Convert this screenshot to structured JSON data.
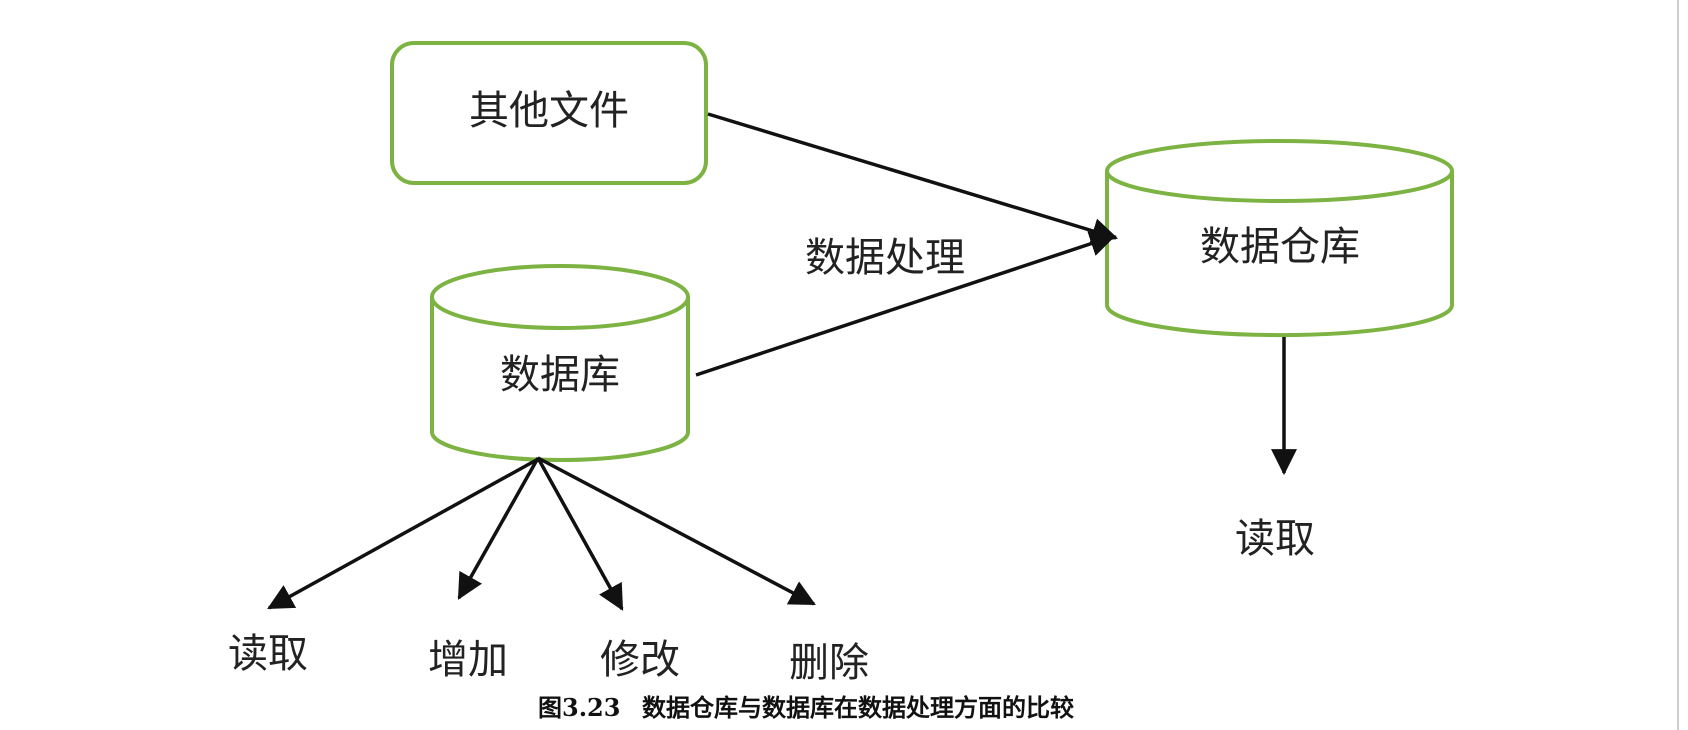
{
  "diagram": {
    "nodes": {
      "other_files": {
        "label": "其他文件"
      },
      "database": {
        "label": "数据库"
      },
      "data_warehouse": {
        "label": "数据仓库"
      }
    },
    "edge_label": "数据处理",
    "database_operations": [
      "读取",
      "增加",
      "修改",
      "删除"
    ],
    "warehouse_operation": "读取"
  },
  "caption": {
    "number": "图3.23",
    "text": "数据仓库与数据库在数据处理方面的比较"
  },
  "colors": {
    "node_border": "#7cb342",
    "arrow": "#111111",
    "text": "#222222"
  }
}
